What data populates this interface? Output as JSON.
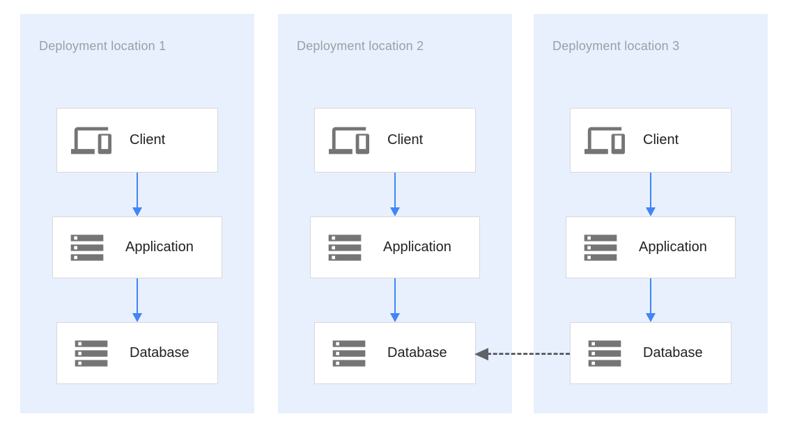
{
  "diagram": {
    "panels": [
      {
        "title": "Deployment location 1",
        "nodes": [
          {
            "label": "Client",
            "icon": "devices-icon"
          },
          {
            "label": "Application",
            "icon": "storage-icon"
          },
          {
            "label": "Database",
            "icon": "storage-icon"
          }
        ]
      },
      {
        "title": "Deployment location 2",
        "nodes": [
          {
            "label": "Client",
            "icon": "devices-icon"
          },
          {
            "label": "Application",
            "icon": "storage-icon"
          },
          {
            "label": "Database",
            "icon": "storage-icon"
          }
        ]
      },
      {
        "title": "Deployment location 3",
        "nodes": [
          {
            "label": "Client",
            "icon": "devices-icon"
          },
          {
            "label": "Application",
            "icon": "storage-icon"
          },
          {
            "label": "Database",
            "icon": "storage-icon"
          }
        ]
      }
    ],
    "connections": {
      "flow_within_panel": "Client -> Application -> Database",
      "cross_link": {
        "from": "Database (Deployment location 3)",
        "to": "Database (Deployment location 2)",
        "style": "dashed"
      }
    },
    "colors": {
      "panel_background": "#e8f0fe",
      "box_background": "#ffffff",
      "box_border": "#d8d8d8",
      "flow_arrow_blue": "#4285f4",
      "cross_arrow_gray": "#5f6368",
      "icon_gray": "#757575",
      "title_text": "#9aa0a6",
      "label_text": "#212121"
    }
  }
}
